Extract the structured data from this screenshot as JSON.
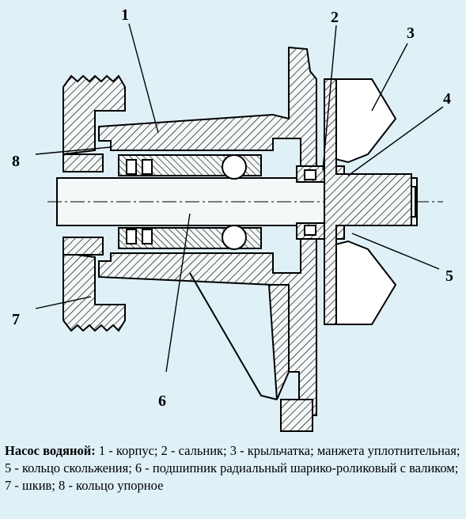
{
  "labels": {
    "l1": "1",
    "l2": "2",
    "l3": "3",
    "l4": "4",
    "l5": "5",
    "l6": "6",
    "l7": "7",
    "l8": "8"
  },
  "caption": {
    "title": "Насос водяной:",
    "text": " 1 - корпус; 2 - сальник; 3 - крыльчатка; манжета уплотнительная; 5 - кольцо скольжения; 6 - подшипник радиальный шарико-роликовый с валиком; 7 - шкив; 8 - кольцо упорное"
  },
  "colors": {
    "background": "#dff0f7",
    "line": "#000000"
  }
}
